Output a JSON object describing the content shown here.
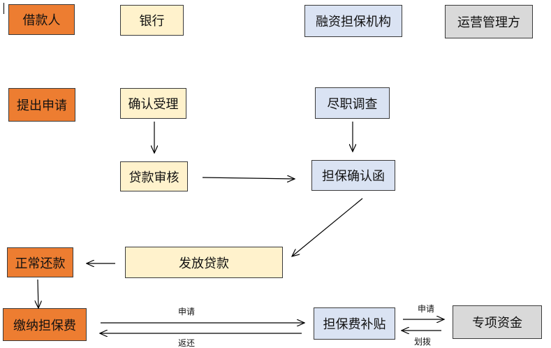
{
  "colors": {
    "borrower": "#ed7d31",
    "bank": "#fff2cc",
    "guarantor": "#dae3f3",
    "operator": "#d9d9d9",
    "border": "#3a3a3a"
  },
  "header": {
    "borrower": "借款人",
    "bank": "银行",
    "guarantor": "融资担保机构",
    "operator": "运营管理方"
  },
  "steps": {
    "apply": "提出申请",
    "accept": "确认受理",
    "due_diligence": "尽职调查",
    "loan_review": "贷款审核",
    "guarantee_letter": "担保确认函",
    "disburse": "发放贷款",
    "repay": "正常还款",
    "pay_fee": "缴纳担保费",
    "fee_subsidy": "担保费补贴",
    "special_fund": "专项资金"
  },
  "labels": {
    "apply_top": "申请",
    "return_bottom": "返还",
    "apply_right": "申请",
    "allocate_right": "划拨"
  }
}
